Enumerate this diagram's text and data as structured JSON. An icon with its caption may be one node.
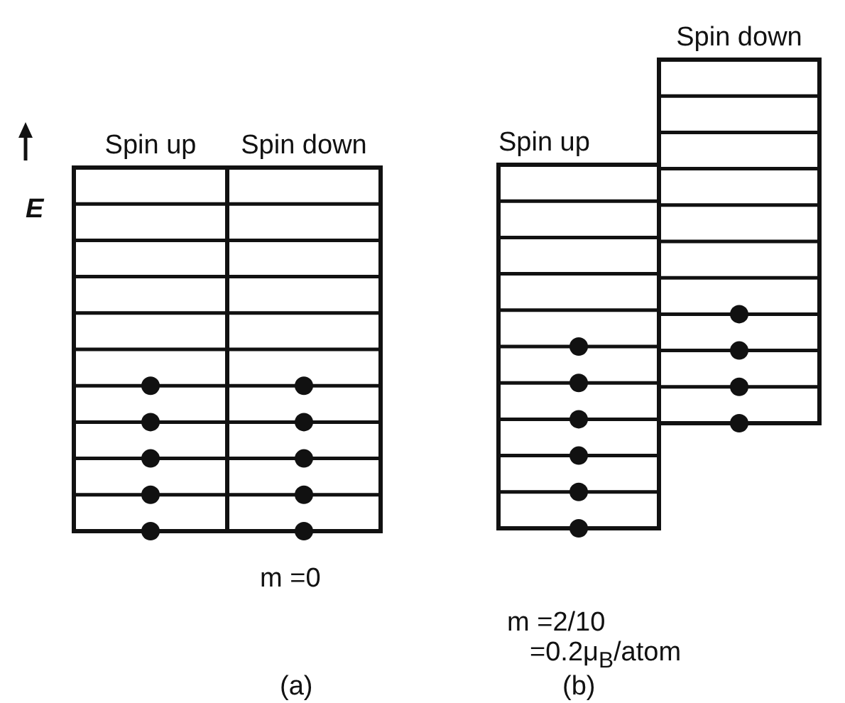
{
  "diagram": {
    "nodes": [
      {
        "text": [
          "Spin up"
        ]
      },
      {
        "text": [
          "Spin down"
        ]
      },
      {
        "text": [
          "Spin up"
        ]
      },
      {
        "text": [
          "Spin down"
        ]
      }
    ],
    "labels": [
      "E",
      "m =0",
      "m =2/10",
      "=0.2μ$_{B}$/atom",
      "(a)",
      "(b)"
    ]
  }
}
